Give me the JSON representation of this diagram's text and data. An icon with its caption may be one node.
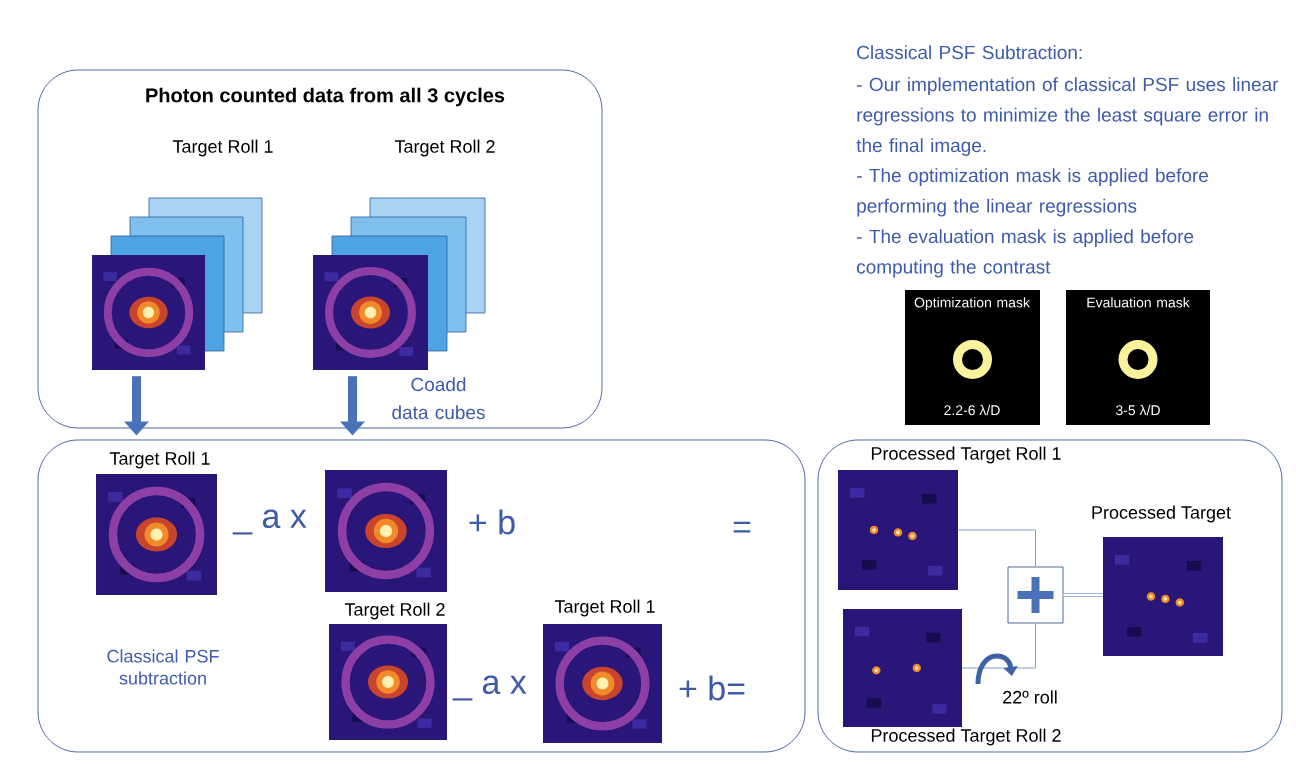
{
  "diagram": {
    "nodes": [
      {
        "text": [
          "Photon counted data from all 3 cycles"
        ]
      },
      {
        "text": [
          "Target Roll 1"
        ],
        "in": 0
      },
      {
        "text": [
          "Target Roll 2"
        ],
        "in": 0
      },
      {
        "text": [
          "Classical PSF subtraction"
        ]
      },
      {
        "text": [
          "Target Roll 1"
        ],
        "in": 3
      },
      {
        "text": [],
        "shape": "picture",
        "in": 3
      },
      {
        "text": [
          "Target Roll 2"
        ],
        "in": 3
      },
      {
        "text": [
          "Target Roll 1"
        ],
        "in": 3
      },
      {
        "text": [],
        "shape": "box"
      },
      {
        "text": [
          "Processed Target Roll 1"
        ],
        "in": 8
      },
      {
        "text": [
          "Processed Target Roll 2"
        ],
        "in": 8
      },
      {
        "text": [],
        "shape": "box",
        "in": 8
      },
      {
        "text": [
          "Processed Target"
        ],
        "in": 8
      },
      {
        "text": [
          "Optimization mask",
          "2.2-6 λ/D"
        ]
      },
      {
        "text": [
          "Evaluation mask",
          "3-5 λ/D"
        ]
      }
    ],
    "edges": [
      {
        "from": 1,
        "to": 3,
        "arrow": "to",
        "style": "thick",
        "color": "#4a72b8"
      },
      {
        "from": 2,
        "to": 3,
        "arrow": "to",
        "style": "thick",
        "color": "#4a72b8",
        "label": "Coadd data cubes"
      },
      {
        "from": 9,
        "to": 11,
        "arrow": "none"
      },
      {
        "from": 10,
        "to": 11,
        "arrow": "none"
      },
      {
        "from": 11,
        "to": 12,
        "arrow": "none"
      }
    ],
    "labels": [
      "Classical PSF Subtraction:",
      "- Our implementation of classical PSF uses linear regressions to minimize the least square error in the final image.",
      "- The optimization mask is applied before performing the linear regressions",
      "- The evaluation mask is applied before computing the contrast",
      "_ a x",
      "+ b",
      "=",
      "_ a x",
      "+ b=",
      "22º roll"
    ]
  }
}
